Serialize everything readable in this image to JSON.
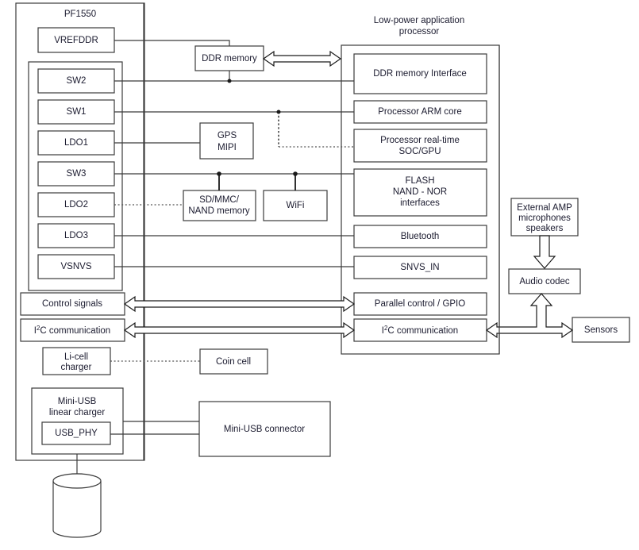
{
  "diagram": {
    "title_pmic": "PF1550",
    "title_processor_l1": "Low-power application",
    "title_processor_l2": "processor",
    "pmic": {
      "vrefddr": "VREFDDR",
      "rails": [
        {
          "label": "SW2"
        },
        {
          "label": "SW1"
        },
        {
          "label": "LDO1"
        },
        {
          "label": "SW3"
        },
        {
          "label": "LDO2"
        },
        {
          "label": "LDO3"
        },
        {
          "label": "VSNVS"
        }
      ],
      "control_signals": "Control signals",
      "i2c_prefix": "I",
      "i2c_sup": "2",
      "i2c_suffix": "C communication",
      "li_cell_charger_l1": "Li-cell",
      "li_cell_charger_l2": "charger",
      "usb_charger_l1": "Mini-USB",
      "usb_charger_l2": "linear charger",
      "usb_phy": "USB_PHY"
    },
    "processor": {
      "blocks": [
        {
          "label": "DDR memory Interface"
        },
        {
          "label": "Processor ARM core"
        },
        {
          "label_l1": "Processor real-time",
          "label_l2": "SOC/GPU"
        },
        {
          "label_l1": "FLASH",
          "label_l2": "NAND - NOR",
          "label_l3": "interfaces"
        },
        {
          "label": "Bluetooth"
        },
        {
          "label": "SNVS_IN"
        },
        {
          "label": "Parallel control / GPIO"
        },
        {
          "label_prefix": "I",
          "label_sup": "2",
          "label_suffix": "C communication"
        }
      ]
    },
    "externals": {
      "ddr_memory": "DDR memory",
      "gps_mipi_l1": "GPS",
      "gps_mipi_l2": "MIPI",
      "sd_mmc_l1": "SD/MMC/",
      "sd_mmc_l2": "NAND memory",
      "wifi": "WiFi",
      "coin_cell": "Coin cell",
      "mini_usb_connector": "Mini-USB connector",
      "ext_amp_l1": "External AMP",
      "ext_amp_l2": "microphones",
      "ext_amp_l3": "speakers",
      "audio_codec": "Audio codec",
      "sensors": "Sensors"
    },
    "colors": {
      "stroke": "#3b3b3b",
      "text": "#1b1b2f",
      "background": "#ffffff"
    }
  }
}
